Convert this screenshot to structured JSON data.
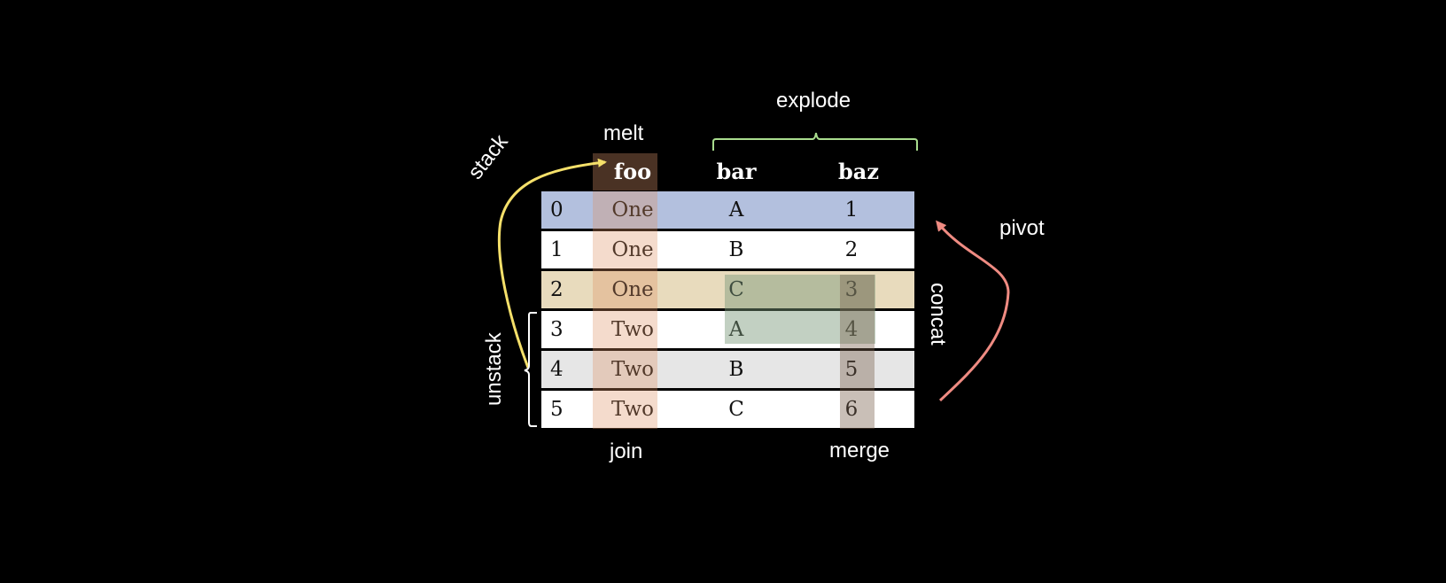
{
  "table": {
    "headers": [
      "foo",
      "bar",
      "baz"
    ],
    "rows": [
      {
        "index": "0",
        "foo": "One",
        "bar": "A",
        "baz": "1"
      },
      {
        "index": "1",
        "foo": "One",
        "bar": "B",
        "baz": "2"
      },
      {
        "index": "2",
        "foo": "One",
        "bar": "C",
        "baz": "3"
      },
      {
        "index": "3",
        "foo": "Two",
        "bar": "A",
        "baz": "4"
      },
      {
        "index": "4",
        "foo": "Two",
        "bar": "B",
        "baz": "5"
      },
      {
        "index": "5",
        "foo": "Two",
        "bar": "C",
        "baz": "6"
      }
    ]
  },
  "labels": {
    "explode": "explode",
    "melt": "melt",
    "stack": "stack",
    "unstack": "unstack",
    "pivot": "pivot",
    "concat": "concat",
    "join": "join",
    "merge": "merge"
  },
  "colors": {
    "background": "#000000",
    "row_pivot": "#b3c0de",
    "row_concat": "#e8dbbd",
    "row_unstack": "#e6e6e6",
    "foo_column": "#eed5c7",
    "foo_header": "#4a3224",
    "merge_column": "#b8ab9e",
    "explode_cells": "#a2b3a6",
    "stack_arrow": "#f5e06a",
    "pivot_arrow": "#ef8b82",
    "explode_brace": "#a9dd8e"
  }
}
